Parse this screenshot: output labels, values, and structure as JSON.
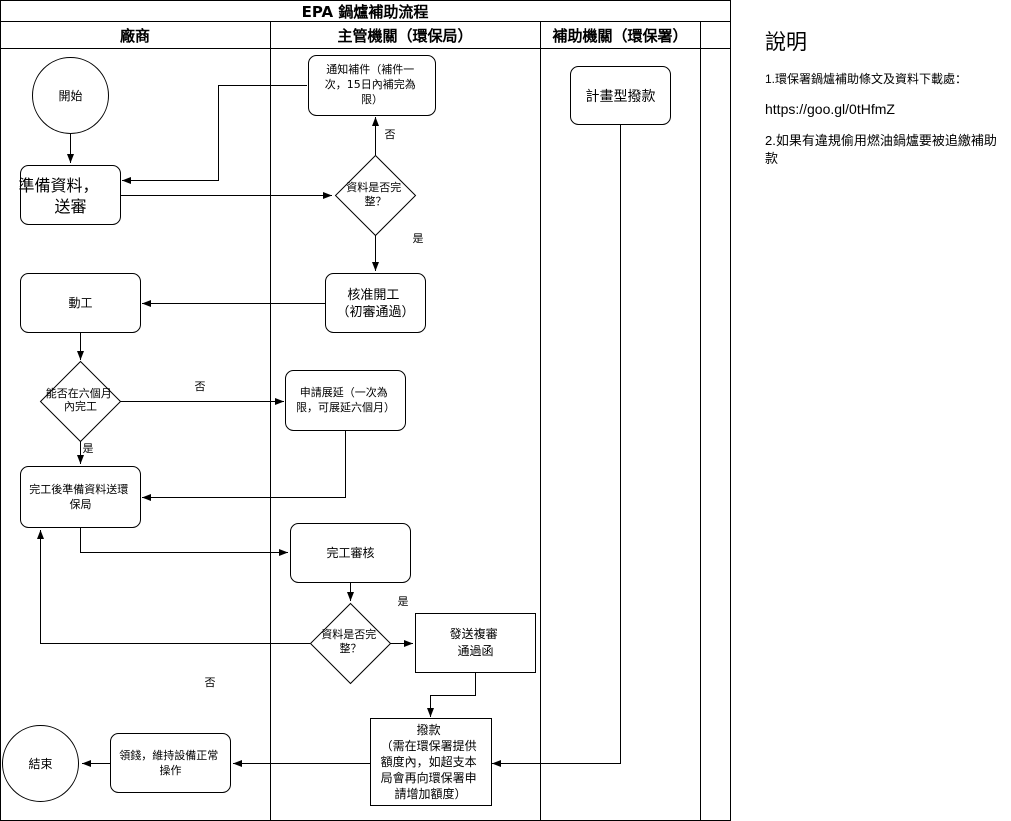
{
  "title": "EPA 鍋爐補助流程",
  "lanes": {
    "factory": "廠商",
    "authority": "主管機關（環保局）",
    "subsidy": "補助機關（環保署）"
  },
  "nodes": {
    "start": "開始",
    "prepare": [
      "準備資料，",
      "送審"
    ],
    "notify": [
      "通知補件（補件一",
      "次，15日內補完為",
      "限）"
    ],
    "check1": [
      "資料是否完",
      "整？"
    ],
    "plan": "計畫型撥款",
    "approve": [
      "核准開工",
      "（初審通過）"
    ],
    "work": "動工",
    "ask6": [
      "能否在六個月",
      "內完工"
    ],
    "extend": [
      "申請展延（一次為",
      "限，可展延六個月）"
    ],
    "submit": [
      "完工後準備資料送環",
      "保局"
    ],
    "review": "完工審核",
    "check2": [
      "資料是否完",
      "整？"
    ],
    "letter": [
      "發送複審",
      "通過函"
    ],
    "disburse": [
      "撥款",
      "（需在環保署提供",
      "額度內，如超支本",
      "局會再向環保署申",
      "請增加額度）"
    ],
    "receive": [
      "領錢，維持設備正常",
      "操作"
    ],
    "end": "結束"
  },
  "edge_labels": {
    "check1_no": "否",
    "check1_yes": "是",
    "ask6_no": "否",
    "ask6_yes": "是",
    "check2_yes": "是",
    "check2_no": "否"
  },
  "notes": {
    "heading": "說明",
    "item1": "1.環保署鍋爐補助條文及資料下載處：",
    "link": "https://goo.gl/0tHfmZ",
    "item2": "2.如果有違規偷用燃油鍋爐要被追繳補助款"
  }
}
